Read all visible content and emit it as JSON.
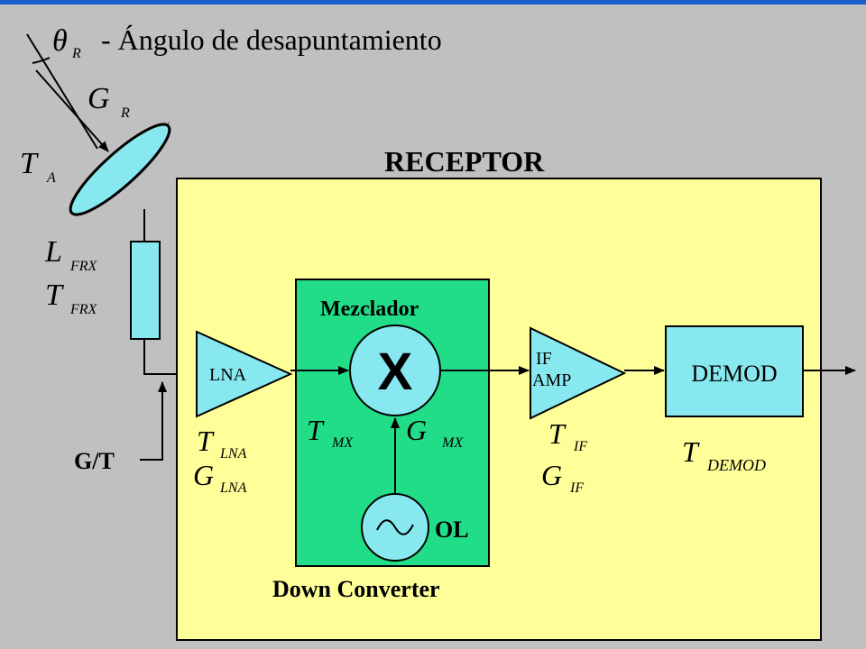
{
  "title": {
    "symbol": "θ",
    "subscript": "R",
    "text": "- Ángulo de desapuntamiento"
  },
  "antenna": {
    "gain_symbol": "G",
    "gain_sub": "R",
    "temp_symbol": "T",
    "temp_sub": "A"
  },
  "feeder": {
    "loss_symbol": "L",
    "loss_sub": "FRX",
    "temp_symbol": "T",
    "temp_sub": "FRX"
  },
  "gt_label": "G/T",
  "receiver": {
    "title": "RECEPTOR"
  },
  "lna": {
    "label": "LNA",
    "temp_symbol": "T",
    "temp_sub": "LNA",
    "gain_symbol": "G",
    "gain_sub": "LNA"
  },
  "downconverter": {
    "mixer_title": "Mezclador",
    "mixer_symbol": "X",
    "temp_symbol": "T",
    "temp_sub": "MX",
    "gain_symbol": "G",
    "gain_sub": "MX",
    "oscillator_label": "OL",
    "caption": "Down Converter"
  },
  "if_amp": {
    "label_line1": "IF",
    "label_line2": "AMP",
    "temp_symbol": "T",
    "temp_sub": "IF",
    "gain_symbol": "G",
    "gain_sub": "IF"
  },
  "demod": {
    "label": "DEMOD",
    "temp_symbol": "T",
    "temp_sub": "DEMOD"
  },
  "colors": {
    "background": "#c0c0c0",
    "top_bar": "#1a5fd0",
    "receiver_fill": "#ffff99",
    "downconverter_fill": "#22dd88",
    "component_fill": "#88e8f0",
    "dish_back": "#000000"
  }
}
